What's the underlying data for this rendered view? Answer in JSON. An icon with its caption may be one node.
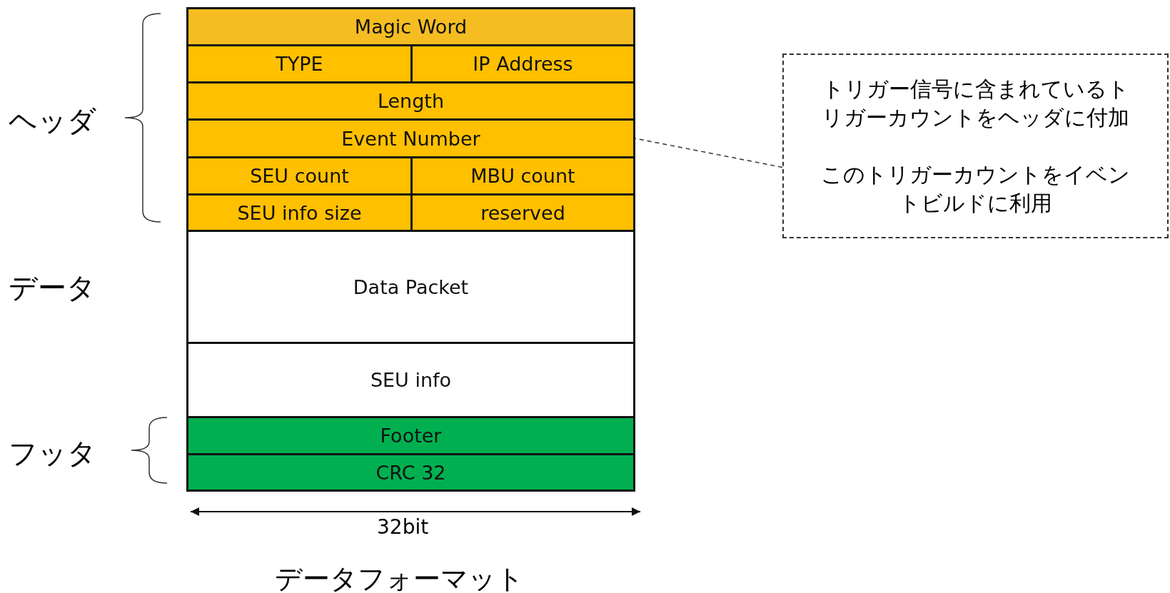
{
  "diagram": {
    "caption": "データフォーマット",
    "nodes": [
      {
        "text": [
          "Magic Word"
        ]
      },
      {
        "text": [
          "TYPE"
        ]
      },
      {
        "text": [
          "IP Address"
        ]
      },
      {
        "text": [
          "Length"
        ]
      },
      {
        "text": [
          "Event Number"
        ]
      },
      {
        "text": [
          "SEU count"
        ]
      },
      {
        "text": [
          "MBU count"
        ]
      },
      {
        "text": [
          "SEU info size"
        ]
      },
      {
        "text": [
          "reserved"
        ]
      },
      {
        "text": [
          "Data Packet"
        ]
      },
      {
        "text": [
          "SEU info"
        ]
      },
      {
        "text": [
          "Footer"
        ]
      },
      {
        "text": [
          "CRC 32"
        ]
      },
      {
        "text": [
          "トリガー信号に含まれているトリガーカウントをヘッダに付加",
          "このトリガーカウントをイベントビルドに利用"
        ]
      }
    ],
    "edges": [
      {
        "from": 13,
        "to": 4,
        "arrow": "none",
        "style": "dashed"
      }
    ],
    "labels": [
      "ヘッダ",
      "データ",
      "フッタ",
      "32bit"
    ]
  }
}
